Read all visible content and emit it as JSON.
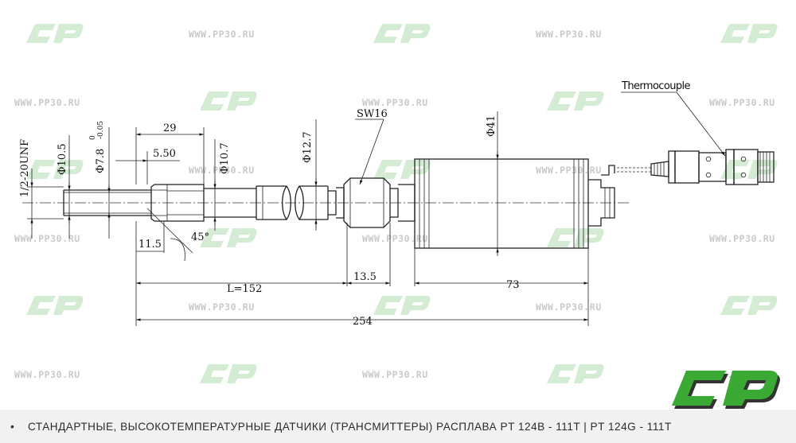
{
  "watermark": {
    "site": "WWW.PP30.RU",
    "logo": "CP",
    "logo_color": "#d3ecd3"
  },
  "drawing": {
    "callout_thermocouple": "Thermocouple",
    "callout_sw": "SW16",
    "thread_label": "1/2-20UNF",
    "dia_10_5": "Φ10.5",
    "dia_7_8": "Φ7.8",
    "tol_upper": "0",
    "tol_lower": "-0.05",
    "dim_29": "29",
    "dim_5_50": "5.50",
    "dia_10_7": "Φ10.7",
    "dia_12_7": "Φ12.7",
    "dia_41": "Φ41",
    "dim_11_5": "11.5",
    "angle_45": "45°",
    "dim_L": "L=152",
    "dim_13_5": "13.5",
    "dim_73": "73",
    "dim_254": "254"
  },
  "footer": {
    "bullet": "•",
    "text": "СТАНДАРТНЫЕ, ВЫСОКОТЕМПЕРАТУРНЫЕ ДАТЧИКИ (ТРАНСМИТТЕРЫ) РАСПЛАВА PT 124B - 111T | PT 124G - 111T"
  },
  "brand": {
    "logo_green": "#3aaa35",
    "logo_dark": "#1d1d1b"
  }
}
